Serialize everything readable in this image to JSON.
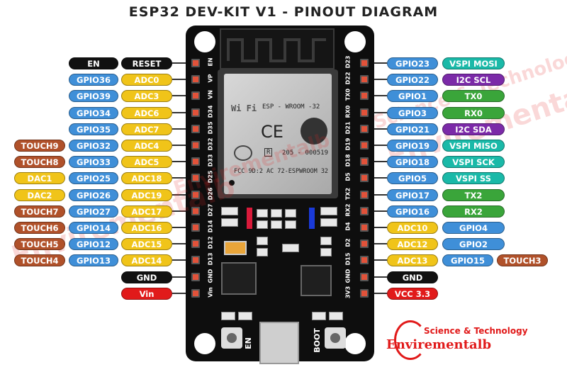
{
  "title": "ESP32 DEV-KIT V1 - PINOUT DIAGRAM",
  "module": {
    "wifi": "Wi Fi",
    "name": "ESP - WROOM -32",
    "ce": "CE",
    "r_mark": "R",
    "code": "205 - 000519",
    "fcc": "FCC 9D:2 AC 72-ESPWROOM 32"
  },
  "buttons": {
    "en": "EN",
    "boot": "BOOT"
  },
  "left_pins": [
    "EN",
    "VP",
    "VN",
    "D34",
    "D35",
    "D32",
    "D33",
    "D25",
    "D26",
    "D27",
    "D14",
    "D12",
    "D13",
    "GND",
    "Vin"
  ],
  "right_pins": [
    "D23",
    "D22",
    "TX0",
    "RX0",
    "D21",
    "D19",
    "D18",
    "D5",
    "TX2",
    "RX2",
    "D4",
    "D2",
    "D15",
    "GND",
    "3V3"
  ],
  "left_rows": [
    [
      {
        "t": "EN",
        "c": "black"
      },
      {
        "t": "RESET",
        "c": "black"
      }
    ],
    [
      {
        "t": "GPIO36",
        "c": "blue"
      },
      {
        "t": "ADC0",
        "c": "yellow"
      }
    ],
    [
      {
        "t": "GPIO39",
        "c": "blue"
      },
      {
        "t": "ADC3",
        "c": "yellow"
      }
    ],
    [
      {
        "t": "GPIO34",
        "c": "blue"
      },
      {
        "t": "ADC6",
        "c": "yellow"
      }
    ],
    [
      {
        "t": "GPIO35",
        "c": "blue"
      },
      {
        "t": "ADC7",
        "c": "yellow"
      }
    ],
    [
      {
        "t": "TOUCH9",
        "c": "touch"
      },
      {
        "t": "GPIO32",
        "c": "blue"
      },
      {
        "t": "ADC4",
        "c": "yellow"
      }
    ],
    [
      {
        "t": "TOUCH8",
        "c": "touch"
      },
      {
        "t": "GPIO33",
        "c": "blue"
      },
      {
        "t": "ADC5",
        "c": "yellow"
      }
    ],
    [
      {
        "t": "DAC1",
        "c": "dac"
      },
      {
        "t": "GPIO25",
        "c": "blue"
      },
      {
        "t": "ADC18",
        "c": "yellow"
      }
    ],
    [
      {
        "t": "DAC2",
        "c": "dac"
      },
      {
        "t": "GPIO26",
        "c": "blue"
      },
      {
        "t": "ADC19",
        "c": "yellow"
      }
    ],
    [
      {
        "t": "TOUCH7",
        "c": "touch"
      },
      {
        "t": "GPIO27",
        "c": "blue"
      },
      {
        "t": "ADC17",
        "c": "yellow"
      }
    ],
    [
      {
        "t": "TOUCH6",
        "c": "touch"
      },
      {
        "t": "GPIO14",
        "c": "blue"
      },
      {
        "t": "ADC16",
        "c": "yellow"
      }
    ],
    [
      {
        "t": "TOUCH5",
        "c": "touch"
      },
      {
        "t": "GPIO12",
        "c": "blue"
      },
      {
        "t": "ADC15",
        "c": "yellow"
      }
    ],
    [
      {
        "t": "TOUCH4",
        "c": "touch"
      },
      {
        "t": "GPIO13",
        "c": "blue"
      },
      {
        "t": "ADC14",
        "c": "yellow"
      }
    ],
    [
      {
        "t": "GND",
        "c": "black"
      }
    ],
    [
      {
        "t": "Vin",
        "c": "red"
      }
    ]
  ],
  "right_rows": [
    [
      {
        "t": "GPIO23",
        "c": "blue"
      },
      {
        "t": "VSPI MOSI",
        "c": "teal"
      }
    ],
    [
      {
        "t": "GPIO22",
        "c": "blue"
      },
      {
        "t": "I2C SCL",
        "c": "purple"
      }
    ],
    [
      {
        "t": "GPIO1",
        "c": "blue"
      },
      {
        "t": "TX0",
        "c": "green"
      }
    ],
    [
      {
        "t": "GPIO3",
        "c": "blue"
      },
      {
        "t": "RX0",
        "c": "green"
      }
    ],
    [
      {
        "t": "GPIO21",
        "c": "blue"
      },
      {
        "t": "I2C SDA",
        "c": "purple"
      }
    ],
    [
      {
        "t": "GPIO19",
        "c": "blue"
      },
      {
        "t": "VSPI MISO",
        "c": "teal"
      }
    ],
    [
      {
        "t": "GPIO18",
        "c": "blue"
      },
      {
        "t": "VSPI SCK",
        "c": "teal"
      }
    ],
    [
      {
        "t": "GPIO5",
        "c": "blue"
      },
      {
        "t": "VSPI SS",
        "c": "teal"
      }
    ],
    [
      {
        "t": "GPIO17",
        "c": "blue"
      },
      {
        "t": "TX2",
        "c": "green"
      }
    ],
    [
      {
        "t": "GPIO16",
        "c": "blue"
      },
      {
        "t": "RX2",
        "c": "green"
      }
    ],
    [
      {
        "t": "ADC10",
        "c": "yellow"
      },
      {
        "t": "GPIO4",
        "c": "blue"
      }
    ],
    [
      {
        "t": "ADC12",
        "c": "yellow"
      },
      {
        "t": "GPIO2",
        "c": "blue"
      }
    ],
    [
      {
        "t": "ADC13",
        "c": "yellow"
      },
      {
        "t": "GPIO15",
        "c": "blue"
      },
      {
        "t": "TOUCH3",
        "c": "touch"
      }
    ],
    [
      {
        "t": "GND",
        "c": "black"
      }
    ],
    [
      {
        "t": "VCC 3.3",
        "c": "red"
      }
    ]
  ],
  "watermark": {
    "line1": "Science & Technology",
    "line2": "Envirementalb"
  },
  "logo": {
    "line1": "Science & Technology",
    "line2": "Envirementalb"
  }
}
